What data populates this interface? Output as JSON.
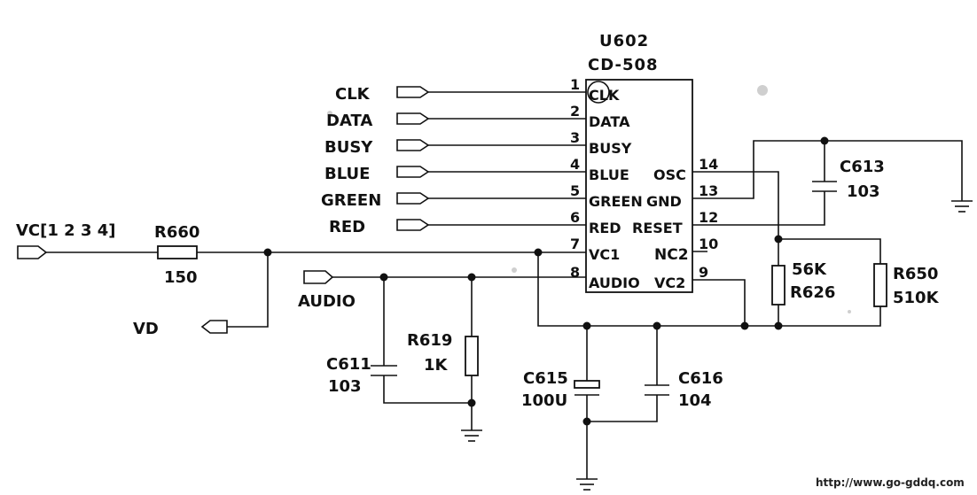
{
  "chip": {
    "ref": "U602",
    "part": "CD-508",
    "left_pins": [
      {
        "num": "1",
        "name": "CLK"
      },
      {
        "num": "2",
        "name": "DATA"
      },
      {
        "num": "3",
        "name": "BUSY"
      },
      {
        "num": "4",
        "name": "BLUE"
      },
      {
        "num": "5",
        "name": "GREEN"
      },
      {
        "num": "6",
        "name": "RED"
      },
      {
        "num": "7",
        "name": "VC1"
      },
      {
        "num": "8",
        "name": "AUDIO"
      }
    ],
    "right_pins": [
      {
        "num": "14",
        "name": "OSC"
      },
      {
        "num": "13",
        "name": "GND"
      },
      {
        "num": "12",
        "name": "RESET"
      },
      {
        "num": "10",
        "name": "NC2"
      },
      {
        "num": "9",
        "name": "VC2"
      }
    ]
  },
  "inputs": [
    "CLK",
    "DATA",
    "BUSY",
    "BLUE",
    "GREEN",
    "RED"
  ],
  "ports": {
    "vc_bus": "VC[1 2 3 4]",
    "vd": "VD",
    "audio": "AUDIO"
  },
  "components": {
    "r660": {
      "ref": "R660",
      "value": "150"
    },
    "r619": {
      "ref": "R619",
      "value": "1K"
    },
    "r626": {
      "ref": "R626",
      "value": "56K"
    },
    "r650": {
      "ref": "R650",
      "value": "510K"
    },
    "c611": {
      "ref": "C611",
      "value": "103"
    },
    "c613": {
      "ref": "C613",
      "value": "103"
    },
    "c615": {
      "ref": "C615",
      "value": "100U"
    },
    "c616": {
      "ref": "C616",
      "value": "104"
    }
  },
  "watermark": "http://www.go-gddq.com",
  "colors": {
    "ink": "#111111",
    "paper": "#ffffff"
  }
}
